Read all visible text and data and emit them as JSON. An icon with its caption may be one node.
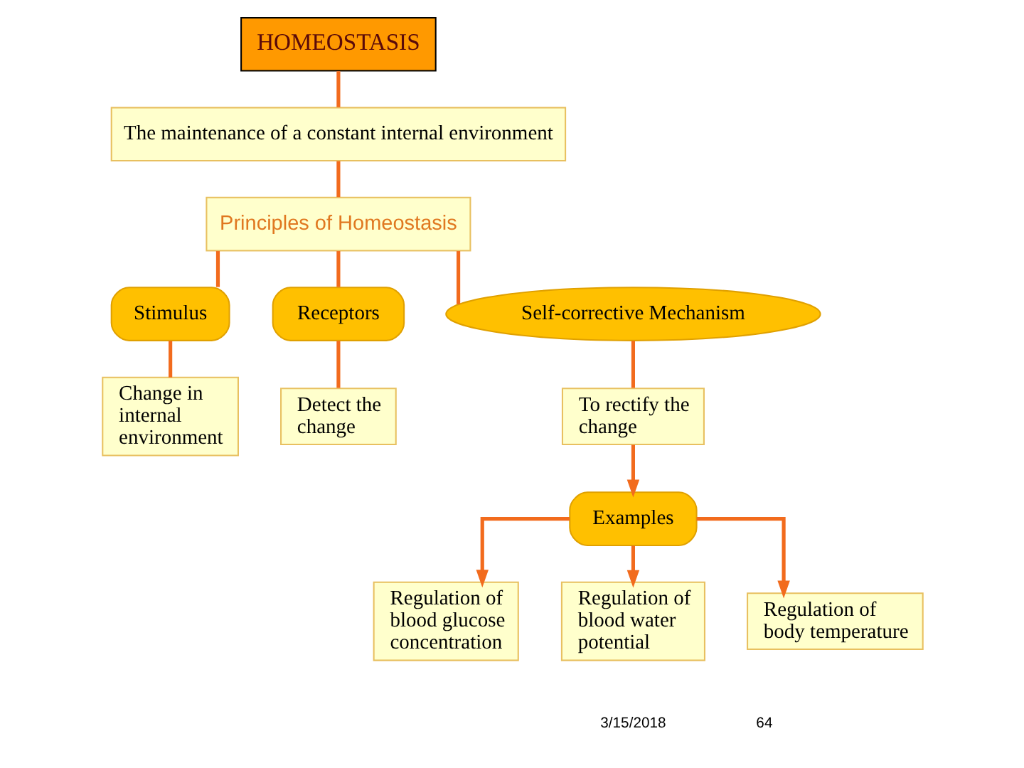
{
  "diagram": {
    "nodes": [
      {
        "text": [
          "HOMEOSTASIS"
        ]
      },
      {
        "text": [
          "The maintenance of a constant internal environment"
        ]
      },
      {
        "text": [
          "Principles of Homeostasis"
        ]
      },
      {
        "text": [
          "Stimulus"
        ]
      },
      {
        "text": [
          "Receptors"
        ]
      },
      {
        "text": [
          "Self-corrective Mechanism"
        ]
      },
      {
        "text": [
          "Change in internal environment"
        ]
      },
      {
        "text": [
          "Detect the change"
        ]
      },
      {
        "text": [
          "To rectify the change"
        ]
      },
      {
        "text": [
          "Examples"
        ]
      },
      {
        "text": [
          "Regulation of blood glucose concentration"
        ]
      },
      {
        "text": [
          "Regulation of blood water potential"
        ]
      },
      {
        "text": [
          "Regulation of body temperature"
        ]
      }
    ],
    "edges": [
      {
        "from": 0,
        "to": 1,
        "arrow": "none"
      },
      {
        "from": 1,
        "to": 2,
        "arrow": "none"
      },
      {
        "from": 2,
        "to": 3,
        "arrow": "none"
      },
      {
        "from": 2,
        "to": 4,
        "arrow": "none"
      },
      {
        "from": 2,
        "to": 5,
        "arrow": "none"
      },
      {
        "from": 3,
        "to": 6,
        "arrow": "none"
      },
      {
        "from": 4,
        "to": 7,
        "arrow": "none"
      },
      {
        "from": 5,
        "to": 8,
        "arrow": "none"
      },
      {
        "from": 8,
        "to": 9,
        "arrow": "to"
      },
      {
        "from": 9,
        "to": 10,
        "arrow": "to"
      },
      {
        "from": 9,
        "to": 11,
        "arrow": "to"
      },
      {
        "from": 9,
        "to": 12,
        "arrow": "to"
      }
    ],
    "labels": [
      "3/15/2018",
      "64"
    ]
  }
}
